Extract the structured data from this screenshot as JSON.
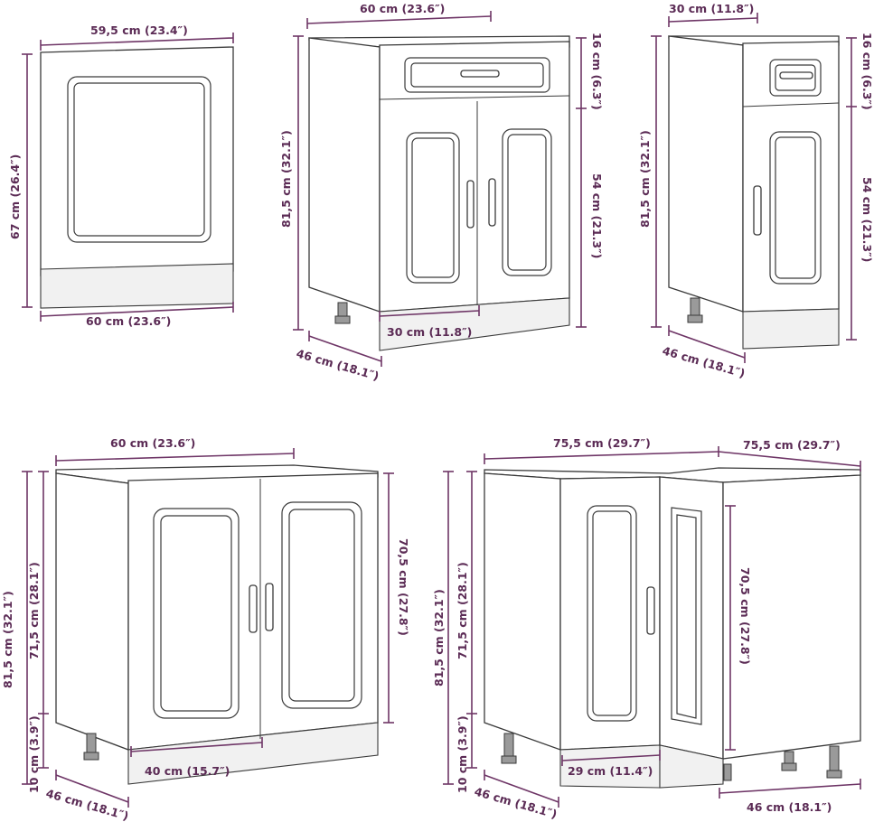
{
  "diagram": {
    "labels": {
      "oven_width_top": "59,5 cm (23.4″)",
      "oven_height": "67 cm (26.4″)",
      "oven_width_bottom": "60 cm (23.6″)",
      "drawer60_width": "60 cm (23.6″)",
      "drawer60_height": "81,5 cm (32.1″)",
      "drawer60_drawer_height": "16 cm (6.3″)",
      "drawer60_door_height": "54 cm (21.3″)",
      "drawer60_door_width": "30 cm (11.8″)",
      "drawer60_depth": "46 cm (18.1″)",
      "drawer30_width": "30 cm (11.8″)",
      "drawer30_height": "81,5 cm (32.1″)",
      "drawer30_drawer_height": "16 cm (6.3″)",
      "drawer30_door_height": "54 cm (21.3″)",
      "drawer30_depth": "46 cm (18.1″)",
      "sink_width": "60 cm (23.6″)",
      "sink_total_height": "81,5 cm (32.1″)",
      "sink_body_height": "71,5 cm (28.1″)",
      "sink_plinth_height": "10 cm (3.9″)",
      "sink_door_height": "70,5 cm (27.8″)",
      "sink_door_width": "40 cm (15.7″)",
      "sink_depth": "46 cm (18.1″)",
      "corner_width_left": "75,5 cm (29.7″)",
      "corner_width_right": "75,5 cm (29.7″)",
      "corner_total_height": "81,5 cm (32.1″)",
      "corner_body_height": "71,5 cm (28.1″)",
      "corner_plinth_height": "10 cm (3.9″)",
      "corner_door_height": "70,5 cm (27.8″)",
      "corner_door_width": "29 cm (11.4″)",
      "corner_depth_left": "46 cm (18.1″)",
      "corner_depth_right": "46 cm (18.1″)"
    },
    "colors": {
      "dimension": "#5b2b55",
      "outline": "#3a3a3a"
    }
  }
}
